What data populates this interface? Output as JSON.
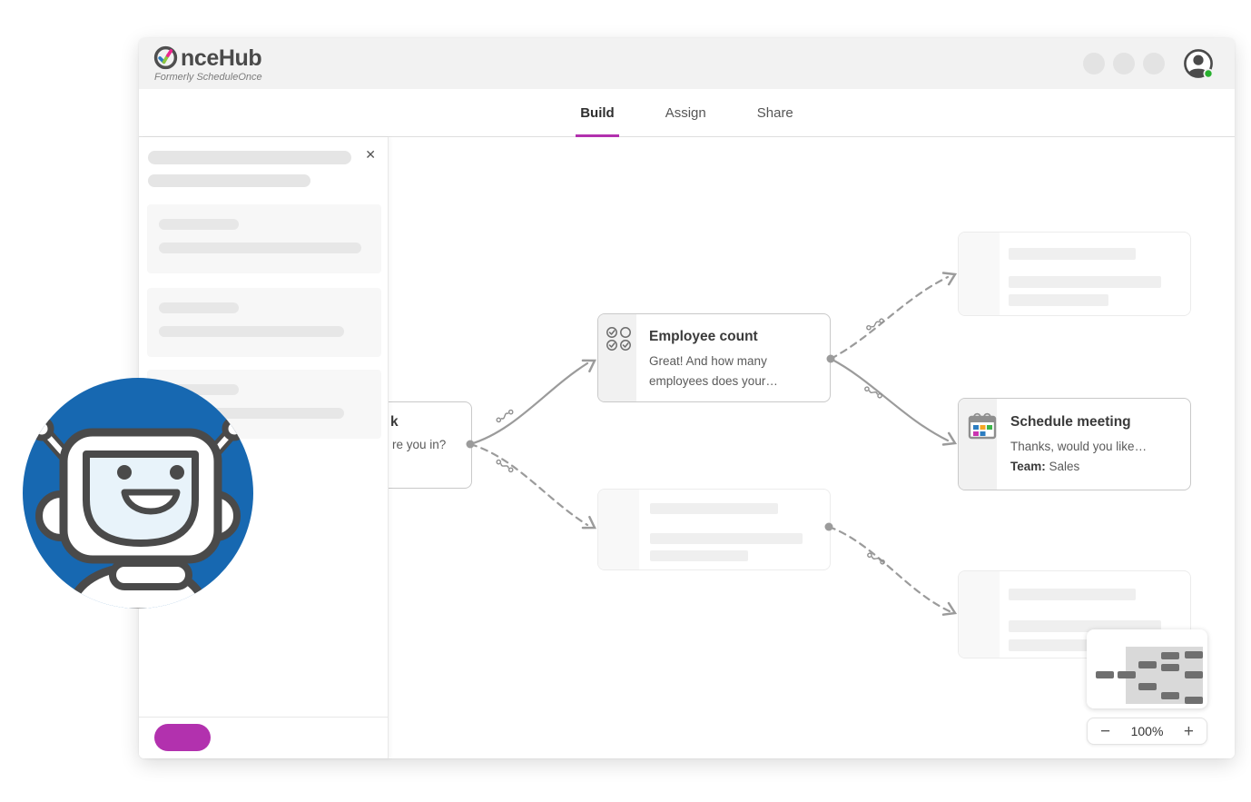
{
  "header": {
    "brand_rest": "nceHub",
    "tagline": "Formerly ScheduleOnce"
  },
  "tabs": [
    {
      "label": "Build",
      "active": true
    },
    {
      "label": "Assign",
      "active": false
    },
    {
      "label": "Share",
      "active": false
    }
  ],
  "sidebar": {
    "close_icon": "✕"
  },
  "canvas": {
    "nodes": {
      "left_partial": {
        "title_visible": "k",
        "body_visible": "re you in?"
      },
      "employee_count": {
        "title": "Employee count",
        "line1": "Great! And how many",
        "line2": "employees does your…"
      },
      "schedule_meeting": {
        "title": "Schedule meeting",
        "line1": "Thanks, would you like…",
        "team_label": "Team:",
        "team_value": "Sales"
      }
    },
    "zoom_control": {
      "minus": "−",
      "level": "100%",
      "plus": "+"
    }
  },
  "colors": {
    "accent_magenta": "#b231ae",
    "robot_blue": "#1768b1",
    "status_green": "#27b02e",
    "connector_gray": "#9b9b9b",
    "brand_text": "#4a4a4a",
    "header_bg": "#f2f2f2"
  }
}
